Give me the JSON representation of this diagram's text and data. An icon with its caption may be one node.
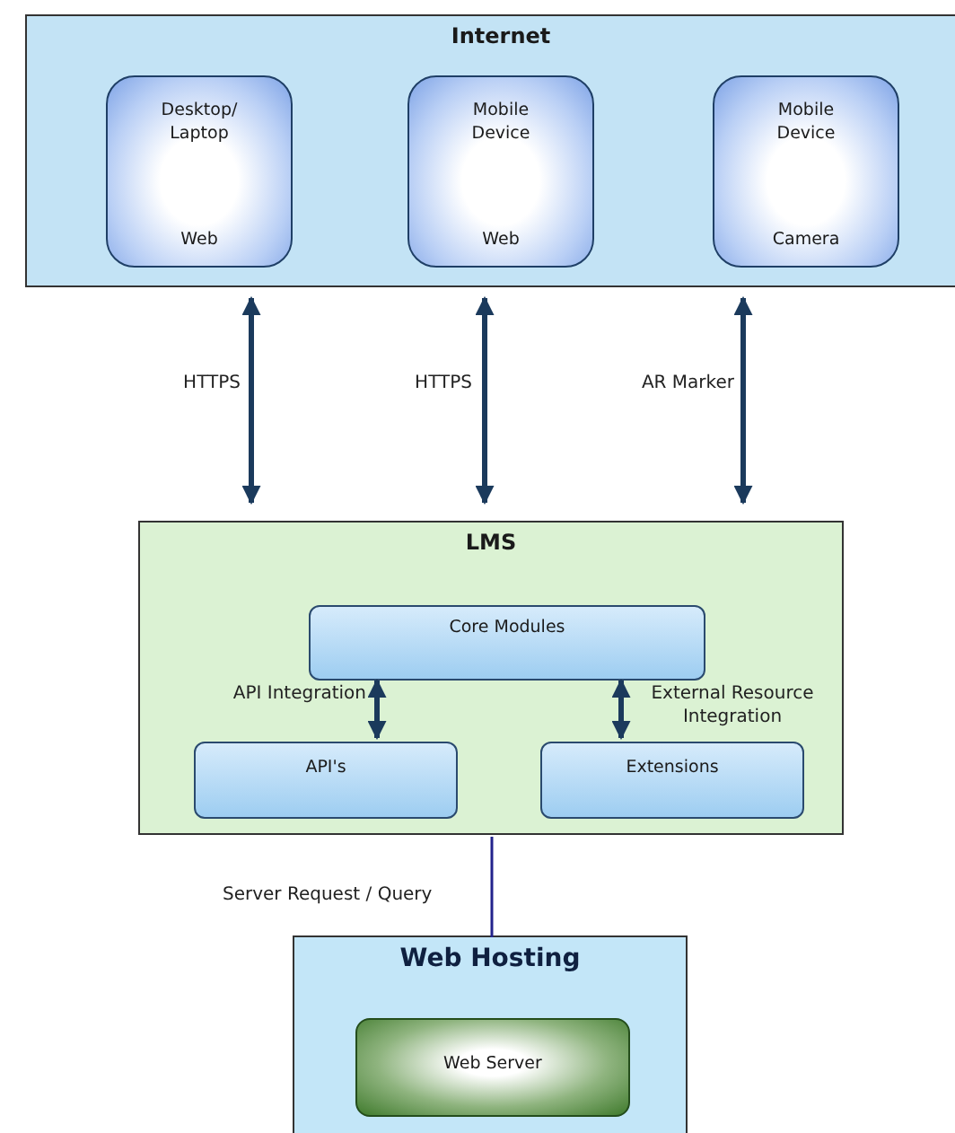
{
  "diagram": {
    "nodes": [
      {
        "text": [
          "Internet"
        ]
      },
      {
        "text": [
          "Desktop/ Laptop",
          "Web"
        ],
        "in": 0
      },
      {
        "text": [
          "Mobile Device",
          "Web"
        ],
        "in": 0
      },
      {
        "text": [
          "Mobile Device",
          "Camera"
        ],
        "in": 0
      },
      {
        "text": [
          "LMS"
        ]
      },
      {
        "text": [
          "Core Modules"
        ],
        "in": 4
      },
      {
        "text": [
          "API's"
        ],
        "in": 4
      },
      {
        "text": [
          "Extensions"
        ],
        "in": 4
      },
      {
        "text": [
          "Web Hosting"
        ]
      },
      {
        "text": [
          "Web Server"
        ],
        "in": 8
      }
    ],
    "edges": [
      {
        "from": 0,
        "to": 4,
        "arrow": "both",
        "label": "HTTPS"
      },
      {
        "from": 0,
        "to": 4,
        "arrow": "both",
        "label": "HTTPS"
      },
      {
        "from": 0,
        "to": 4,
        "arrow": "both",
        "label": "AR Marker"
      },
      {
        "from": 5,
        "to": 6,
        "arrow": "both",
        "label": "API Integration"
      },
      {
        "from": 5,
        "to": 7,
        "arrow": "both",
        "label": "External Resource Integration"
      },
      {
        "from": 4,
        "to": 8,
        "arrow": "none",
        "label": "Server Request / Query",
        "color": "#23238c"
      }
    ]
  }
}
